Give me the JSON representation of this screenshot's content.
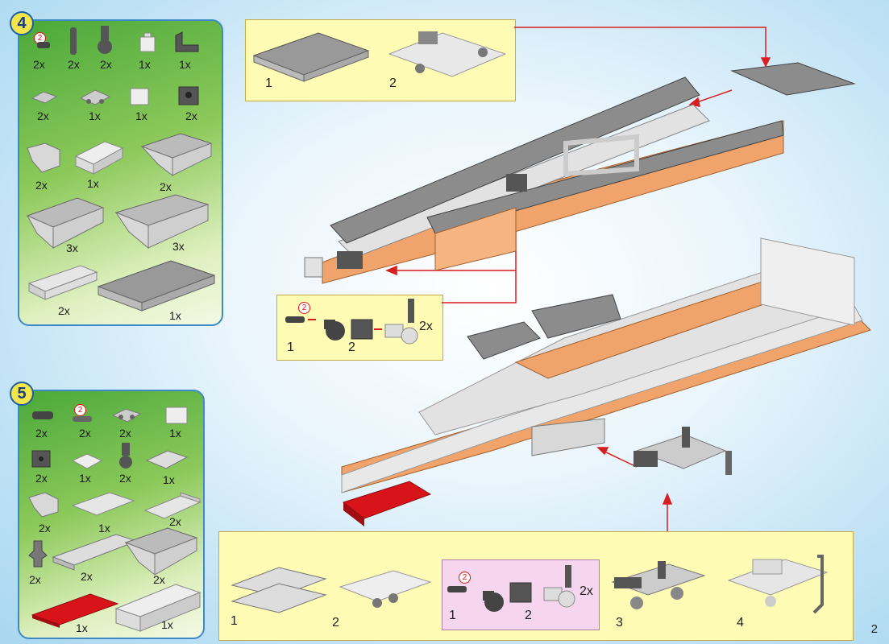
{
  "page_number": "2",
  "step4": {
    "number": "4",
    "qtys": [
      "2x",
      "2x",
      "2x",
      "1x",
      "1x",
      "2x",
      "1x",
      "1x",
      "2x",
      "2x",
      "1x",
      "2x",
      "3x",
      "3x",
      "2x",
      "1x"
    ],
    "badge": "2"
  },
  "step5": {
    "number": "5",
    "qtys": [
      "2x",
      "2x",
      "2x",
      "1x",
      "2x",
      "1x",
      "2x",
      "1x",
      "2x",
      "1x",
      "2x",
      "2x",
      "2x",
      "2x",
      "1x",
      "1x"
    ],
    "badge": "2"
  },
  "top_box": {
    "labels": [
      "1",
      "2"
    ]
  },
  "mid_box": {
    "labels": [
      "1",
      "2"
    ],
    "qty": "2x",
    "badge": "2"
  },
  "bottom_box": {
    "labels": [
      "1",
      "2",
      "3",
      "4"
    ],
    "pink": {
      "labels": [
        "1",
        "2"
      ],
      "qty": "2x",
      "badge": "2"
    }
  },
  "colors": {
    "arrow": "#d81e1e",
    "grey_brick": "#8c8c8c",
    "light_brick": "#e2e2e2",
    "orange_plate": "#f0a36a",
    "red_plate": "#d8141a"
  }
}
